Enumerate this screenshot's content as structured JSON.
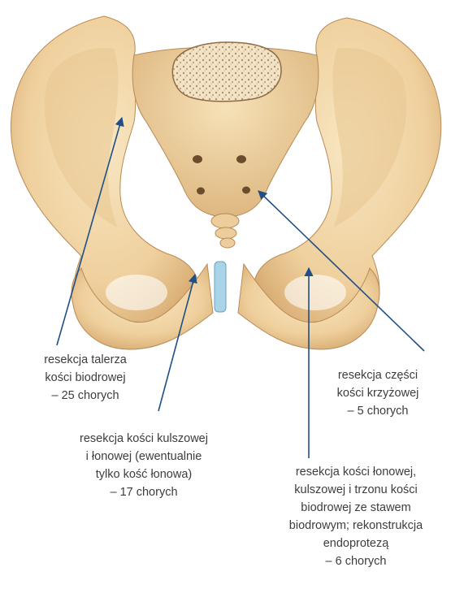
{
  "labels": {
    "iliac": [
      "resekcja talerza",
      "kości biodrowej",
      "– 25 chorych"
    ],
    "sacrum": [
      "resekcja części",
      "kości krzyżowej",
      "– 5 chorych"
    ],
    "ischium": [
      "resekcja kości kulszowej",
      "i łonowej (ewentualnie",
      "tylko kość łonowa)",
      "– 17 chorych"
    ],
    "pubic": [
      "resekcja kości łonowej,",
      "kulszowej i trzonu kości",
      "biodrowej ze stawem",
      "biodrowym; rekonstrukcja",
      "endoprotezą",
      "– 6 chorych"
    ]
  },
  "colors": {
    "bone": "#f1d6a6",
    "bone_shadow": "#d9b07a",
    "bone_dark": "#b98a55",
    "cartilage": "#a9d3e6",
    "arrow": "#1f4f86"
  }
}
